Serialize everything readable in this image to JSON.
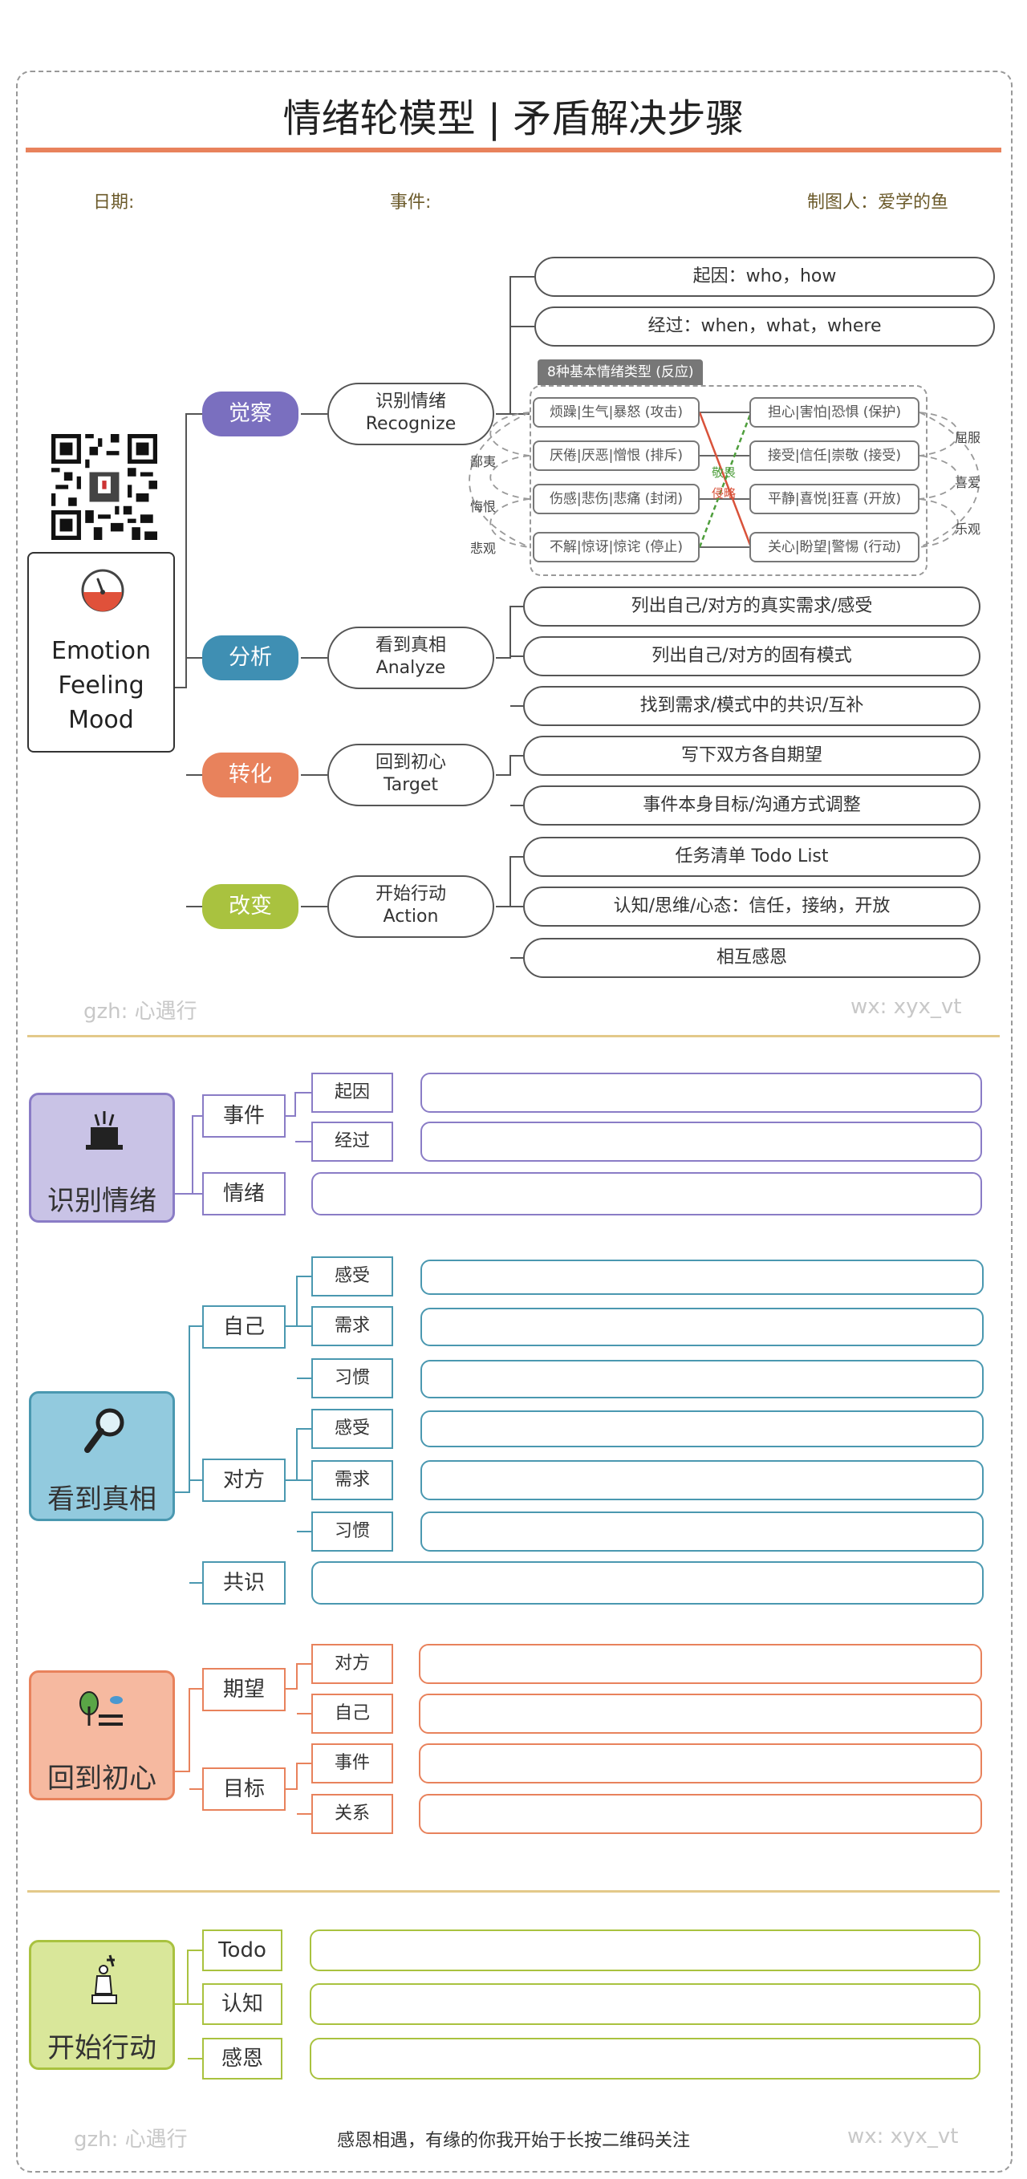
{
  "title": "情绪轮模型 | 矛盾解决步骤",
  "meta": {
    "date": "日期:",
    "event": "事件:",
    "author": "制图人：爱学的鱼"
  },
  "center": {
    "lines": [
      "Emotion",
      "Feeling",
      "Mood"
    ]
  },
  "steps": [
    {
      "name": "觉察",
      "color": "#7a6fbf",
      "oval": [
        "识别情绪",
        "Recognize"
      ]
    },
    {
      "name": "分析",
      "color": "#3f8fb3",
      "oval": [
        "看到真相",
        "Analyze"
      ]
    },
    {
      "name": "转化",
      "color": "#e8825c",
      "oval": [
        "回到初心",
        "Target"
      ]
    },
    {
      "name": "改变",
      "color": "#a9c23f",
      "oval": [
        "开始行动",
        "Action"
      ]
    }
  ],
  "recognize_items": [
    "起因：who，how",
    "经过：when，what，where"
  ],
  "emotion_panel": {
    "title": "8种基本情绪类型 (反应)",
    "left": [
      "烦躁|生气|暴怒 (攻击)",
      "厌倦|厌恶|憎恨 (排斥)",
      "伤感|悲伤|悲痛 (封闭)",
      "不解|惊讶|惊诧 (停止)"
    ],
    "right": [
      "担心|害怕|恐惧 (保护)",
      "接受|信任|崇敬 (接受)",
      "平静|喜悦|狂喜 (开放)",
      "关心|盼望|警惕 (行动)"
    ],
    "left_side": [
      "鄙夷",
      "悔恨",
      "悲观"
    ],
    "right_side": [
      "屈服",
      "喜爱",
      "乐观"
    ],
    "cross": [
      "敬畏",
      "侵略"
    ]
  },
  "analyze_items": [
    "列出自己/对方的真实需求/感受",
    "列出自己/对方的固有模式",
    "找到需求/模式中的共识/互补"
  ],
  "target_items": [
    "写下双方各自期望",
    "事件本身目标/沟通方式调整"
  ],
  "action_items": [
    "任务清单 Todo List",
    "认知/思维/心态：信任，接纳，开放",
    "相互感恩"
  ],
  "watermark": {
    "left": "gzh: 心遇行",
    "right": "wx: xyx_vt"
  },
  "worksheet": {
    "recognize": {
      "title": "识别情绪",
      "color": "#8a7cc6",
      "bg": "#c9c3e6",
      "groups": [
        {
          "label": "事件",
          "subs": [
            "起因",
            "经过"
          ]
        },
        {
          "label": "情绪",
          "subs": []
        }
      ]
    },
    "analyze": {
      "title": "看到真相",
      "color": "#4a98b0",
      "bg": "#92cade",
      "groups": [
        {
          "label": "自己",
          "subs": [
            "感受",
            "需求",
            "习惯"
          ]
        },
        {
          "label": "对方",
          "subs": [
            "感受",
            "需求",
            "习惯"
          ]
        },
        {
          "label": "共识",
          "subs": []
        }
      ]
    },
    "target": {
      "title": "回到初心",
      "color": "#e8825c",
      "bg": "#f6b9a0",
      "groups": [
        {
          "label": "期望",
          "subs": [
            "对方",
            "自己"
          ]
        },
        {
          "label": "目标",
          "subs": [
            "事件",
            "关系"
          ]
        }
      ]
    },
    "action": {
      "title": "开始行动",
      "color": "#a9c23f",
      "bg": "#d9e79a",
      "groups": [
        {
          "label": "Todo",
          "subs": []
        },
        {
          "label": "认知",
          "subs": []
        },
        {
          "label": "感恩",
          "subs": []
        }
      ]
    }
  },
  "footer": "感恩相遇，有缘的你我开始于长按二维码关注"
}
